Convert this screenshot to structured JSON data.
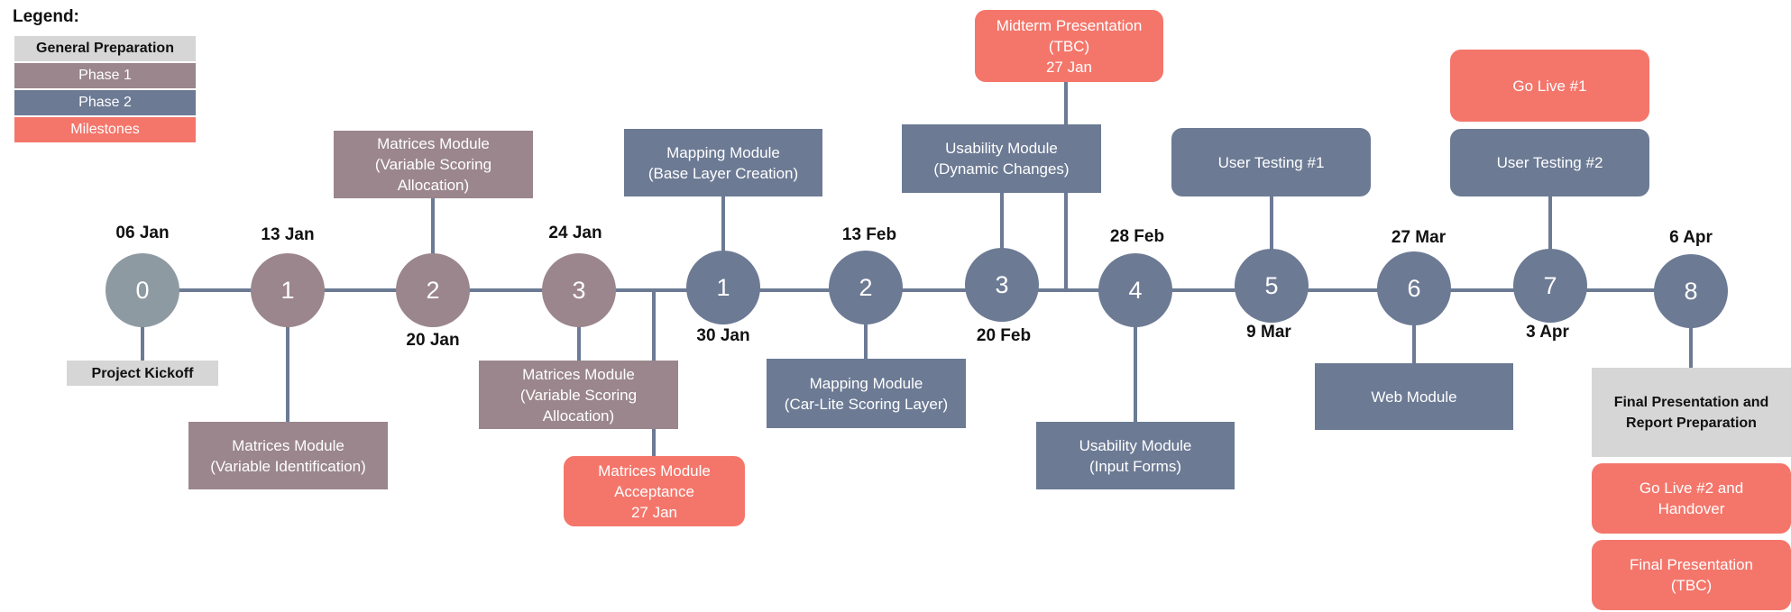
{
  "colors": {
    "general": "#d6d6d6",
    "phase1": "#9a868c",
    "phase2": "#6c7a94",
    "milestone": "#f4766b",
    "kickoff_node": "#8e9aa1",
    "line": "#6c7a94"
  },
  "legend": {
    "title": "Legend:",
    "items": [
      {
        "label": "General Preparation"
      },
      {
        "label": "Phase 1"
      },
      {
        "label": "Phase 2"
      },
      {
        "label": "Milestones"
      }
    ]
  },
  "nodes": [
    {
      "number": "0",
      "date": "06 Jan"
    },
    {
      "number": "1",
      "date": "13 Jan"
    },
    {
      "number": "2",
      "date": "20 Jan"
    },
    {
      "number": "3",
      "date": "24 Jan"
    },
    {
      "number": "1",
      "date": "30 Jan"
    },
    {
      "number": "2",
      "date": "13 Feb"
    },
    {
      "number": "3",
      "date": "20 Feb"
    },
    {
      "number": "4",
      "date": "28 Feb"
    },
    {
      "number": "5",
      "date": "9 Mar"
    },
    {
      "number": "6",
      "date": "27 Mar"
    },
    {
      "number": "7",
      "date": "3 Apr"
    },
    {
      "number": "8",
      "date": "6 Apr"
    }
  ],
  "tasks": {
    "kickoff": "Project Kickoff",
    "var_identification": [
      "Matrices Module",
      "(Variable Identification)"
    ],
    "var_scoring_top": [
      "Matrices Module",
      "(Variable Scoring",
      "Allocation)"
    ],
    "var_scoring_bottom": [
      "Matrices Module",
      "(Variable Scoring",
      "Allocation)"
    ],
    "matrices_acceptance": [
      "Matrices Module",
      "Acceptance",
      "27 Jan"
    ],
    "mapping_base": [
      "Mapping Module",
      "(Base Layer Creation)"
    ],
    "mapping_carlite": [
      "Mapping Module",
      "(Car-Lite Scoring Layer)"
    ],
    "usability_dynamic": [
      "Usability Module",
      "(Dynamic Changes)"
    ],
    "midterm": [
      "Midterm Presentation",
      "(TBC)",
      "27 Jan"
    ],
    "usability_input": [
      "Usability Module",
      "(Input Forms)"
    ],
    "user_testing_1": "User Testing #1",
    "web_module": "Web Module",
    "go_live_1": "Go Live #1",
    "user_testing_2": "User Testing #2",
    "final_report": [
      "Final Presentation and",
      "Report Preparation"
    ],
    "go_live_2": [
      "Go Live #2 and",
      "Handover"
    ],
    "final_presentation": [
      "Final Presentation",
      "(TBC)"
    ]
  }
}
